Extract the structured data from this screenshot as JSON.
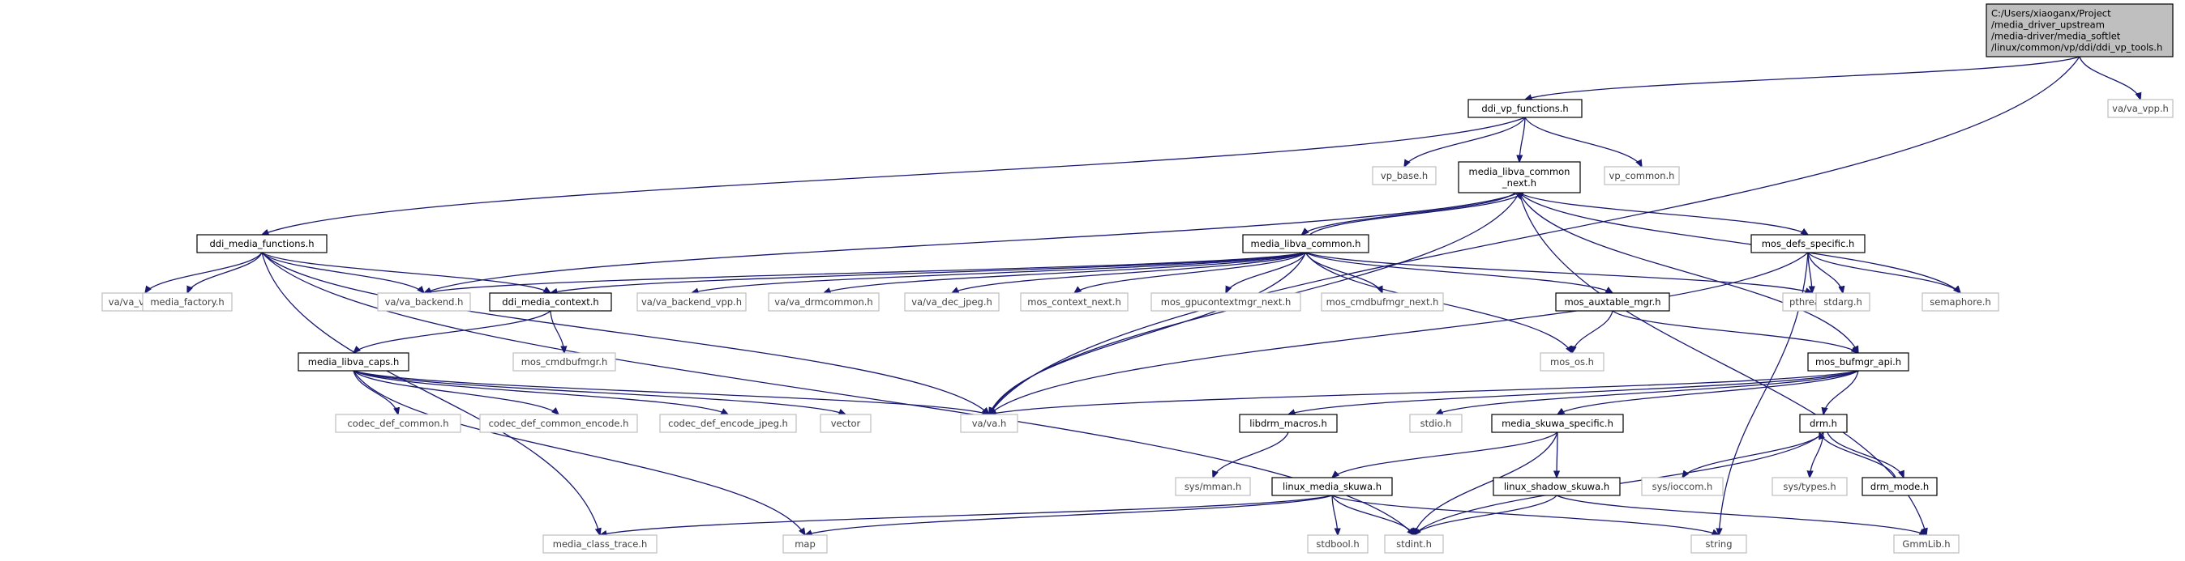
{
  "colors": {
    "edge": "#191970",
    "border_documented": "#000000",
    "border_external": "#bfbfbf",
    "fill_root": "#bfbfbf",
    "fill_default": "#ffffff"
  },
  "nodes": [
    {
      "id": "root",
      "lines": [
        "C:/Users/xiaoganx/Project",
        "/media_driver_upstream",
        "/media-driver/media_softlet",
        "/linux/common/vp/ddi/ddi_vp_tools.h"
      ],
      "style": "root"
    },
    {
      "id": "ddi_vp_functions",
      "lines": [
        "ddi_vp_functions.h"
      ],
      "style": "documented"
    },
    {
      "id": "va_vpp",
      "lines": [
        "va/va_vpp.h"
      ],
      "style": "external"
    },
    {
      "id": "vp_base",
      "lines": [
        "vp_base.h"
      ],
      "style": "external"
    },
    {
      "id": "media_libva_common_next",
      "lines": [
        "media_libva_common",
        "_next.h"
      ],
      "style": "documented"
    },
    {
      "id": "vp_common",
      "lines": [
        "vp_common.h"
      ],
      "style": "external"
    },
    {
      "id": "ddi_media_functions",
      "lines": [
        "ddi_media_functions.h"
      ],
      "style": "documented"
    },
    {
      "id": "media_libva_common",
      "lines": [
        "media_libva_common.h"
      ],
      "style": "documented"
    },
    {
      "id": "mos_defs_specific",
      "lines": [
        "mos_defs_specific.h"
      ],
      "style": "documented"
    },
    {
      "id": "va_version",
      "lines": [
        "va/va_version.h"
      ],
      "style": "external"
    },
    {
      "id": "media_factory",
      "lines": [
        "media_factory.h"
      ],
      "style": "external"
    },
    {
      "id": "va_backend",
      "lines": [
        "va/va_backend.h"
      ],
      "style": "external"
    },
    {
      "id": "ddi_media_context",
      "lines": [
        "ddi_media_context.h"
      ],
      "style": "documented"
    },
    {
      "id": "va_backend_vpp",
      "lines": [
        "va/va_backend_vpp.h"
      ],
      "style": "external"
    },
    {
      "id": "va_drmcommon",
      "lines": [
        "va/va_drmcommon.h"
      ],
      "style": "external"
    },
    {
      "id": "va_dec_jpeg",
      "lines": [
        "va/va_dec_jpeg.h"
      ],
      "style": "external"
    },
    {
      "id": "mos_context_next",
      "lines": [
        "mos_context_next.h"
      ],
      "style": "external"
    },
    {
      "id": "mos_gpucontextmgr_next",
      "lines": [
        "mos_gpucontextmgr_next.h"
      ],
      "style": "external"
    },
    {
      "id": "mos_cmdbufmgr_next",
      "lines": [
        "mos_cmdbufmgr_next.h"
      ],
      "style": "external"
    },
    {
      "id": "mos_auxtable_mgr",
      "lines": [
        "mos_auxtable_mgr.h"
      ],
      "style": "documented"
    },
    {
      "id": "pthread",
      "lines": [
        "pthread.h"
      ],
      "style": "external"
    },
    {
      "id": "stdarg",
      "lines": [
        "stdarg.h"
      ],
      "style": "external"
    },
    {
      "id": "semaphore",
      "lines": [
        "semaphore.h"
      ],
      "style": "external"
    },
    {
      "id": "mos_cmdbufmgr",
      "lines": [
        "mos_cmdbufmgr.h"
      ],
      "style": "external"
    },
    {
      "id": "media_libva_caps",
      "lines": [
        "media_libva_caps.h"
      ],
      "style": "documented"
    },
    {
      "id": "mos_os",
      "lines": [
        "mos_os.h"
      ],
      "style": "external"
    },
    {
      "id": "mos_bufmgr_api",
      "lines": [
        "mos_bufmgr_api.h"
      ],
      "style": "documented"
    },
    {
      "id": "codec_def_common",
      "lines": [
        "codec_def_common.h"
      ],
      "style": "external"
    },
    {
      "id": "codec_def_common_encode",
      "lines": [
        "codec_def_common_encode.h"
      ],
      "style": "external"
    },
    {
      "id": "codec_def_encode_jpeg",
      "lines": [
        "codec_def_encode_jpeg.h"
      ],
      "style": "external"
    },
    {
      "id": "vector",
      "lines": [
        "vector"
      ],
      "style": "external"
    },
    {
      "id": "va",
      "lines": [
        "va/va.h"
      ],
      "style": "external"
    },
    {
      "id": "libdrm_macros",
      "lines": [
        "libdrm_macros.h"
      ],
      "style": "documented"
    },
    {
      "id": "stdio",
      "lines": [
        "stdio.h"
      ],
      "style": "external"
    },
    {
      "id": "media_skuwa_specific",
      "lines": [
        "media_skuwa_specific.h"
      ],
      "style": "documented"
    },
    {
      "id": "drm",
      "lines": [
        "drm.h"
      ],
      "style": "documented"
    },
    {
      "id": "sys_mman",
      "lines": [
        "sys/mman.h"
      ],
      "style": "external"
    },
    {
      "id": "linux_media_skuwa",
      "lines": [
        "linux_media_skuwa.h"
      ],
      "style": "documented"
    },
    {
      "id": "linux_shadow_skuwa",
      "lines": [
        "linux_shadow_skuwa.h"
      ],
      "style": "documented"
    },
    {
      "id": "sys_ioccom",
      "lines": [
        "sys/ioccom.h"
      ],
      "style": "external"
    },
    {
      "id": "sys_types",
      "lines": [
        "sys/types.h"
      ],
      "style": "external"
    },
    {
      "id": "drm_mode",
      "lines": [
        "drm_mode.h"
      ],
      "style": "documented"
    },
    {
      "id": "media_class_trace",
      "lines": [
        "media_class_trace.h"
      ],
      "style": "external"
    },
    {
      "id": "map",
      "lines": [
        "map"
      ],
      "style": "external"
    },
    {
      "id": "stdbool",
      "lines": [
        "stdbool.h"
      ],
      "style": "external"
    },
    {
      "id": "stdint",
      "lines": [
        "stdint.h"
      ],
      "style": "external"
    },
    {
      "id": "string",
      "lines": [
        "string"
      ],
      "style": "external"
    },
    {
      "id": "GmmLib",
      "lines": [
        "GmmLib.h"
      ],
      "style": "external"
    }
  ],
  "edges": [
    [
      "root",
      "ddi_vp_functions"
    ],
    [
      "root",
      "va_vpp"
    ],
    [
      "root",
      "va"
    ],
    [
      "ddi_vp_functions",
      "ddi_media_functions"
    ],
    [
      "ddi_vp_functions",
      "vp_base"
    ],
    [
      "ddi_vp_functions",
      "media_libva_common_next"
    ],
    [
      "ddi_vp_functions",
      "vp_common"
    ],
    [
      "media_libva_common_next",
      "media_libva_common"
    ],
    [
      "media_libva_common_next",
      "mos_defs_specific"
    ],
    [
      "media_libva_common_next",
      "semaphore"
    ],
    [
      "media_libva_common_next",
      "mos_bufmgr_api"
    ],
    [
      "media_libva_common_next",
      "GmmLib"
    ],
    [
      "media_libva_common_next",
      "va_backend"
    ],
    [
      "media_libva_common_next",
      "va"
    ],
    [
      "media_libva_common",
      "media_libva_common_next"
    ],
    [
      "media_libva_common",
      "va_backend"
    ],
    [
      "media_libva_common",
      "ddi_media_context"
    ],
    [
      "media_libva_common",
      "va_backend_vpp"
    ],
    [
      "media_libva_common",
      "va_drmcommon"
    ],
    [
      "media_libva_common",
      "va_dec_jpeg"
    ],
    [
      "media_libva_common",
      "mos_context_next"
    ],
    [
      "media_libva_common",
      "mos_gpucontextmgr_next"
    ],
    [
      "media_libva_common",
      "mos_cmdbufmgr_next"
    ],
    [
      "media_libva_common",
      "mos_auxtable_mgr"
    ],
    [
      "media_libva_common",
      "pthread"
    ],
    [
      "media_libva_common",
      "mos_os"
    ],
    [
      "media_libva_common",
      "va"
    ],
    [
      "ddi_media_functions",
      "va_version"
    ],
    [
      "ddi_media_functions",
      "media_factory"
    ],
    [
      "ddi_media_functions",
      "va_backend"
    ],
    [
      "ddi_media_functions",
      "ddi_media_context"
    ],
    [
      "ddi_media_functions",
      "va"
    ],
    [
      "ddi_media_functions",
      "media_class_trace"
    ],
    [
      "ddi_media_functions",
      "stdint"
    ],
    [
      "ddi_media_context",
      "media_libva_caps"
    ],
    [
      "ddi_media_context",
      "mos_cmdbufmgr"
    ],
    [
      "media_libva_caps",
      "codec_def_common"
    ],
    [
      "media_libva_caps",
      "codec_def_common_encode"
    ],
    [
      "media_libva_caps",
      "codec_def_encode_jpeg"
    ],
    [
      "media_libva_caps",
      "vector"
    ],
    [
      "media_libva_caps",
      "va"
    ],
    [
      "media_libva_caps",
      "map"
    ],
    [
      "mos_defs_specific",
      "pthread"
    ],
    [
      "mos_defs_specific",
      "stdarg"
    ],
    [
      "mos_defs_specific",
      "semaphore"
    ],
    [
      "mos_defs_specific",
      "va"
    ],
    [
      "mos_defs_specific",
      "string"
    ],
    [
      "mos_auxtable_mgr",
      "mos_os"
    ],
    [
      "mos_auxtable_mgr",
      "mos_bufmgr_api"
    ],
    [
      "mos_bufmgr_api",
      "va"
    ],
    [
      "mos_bufmgr_api",
      "libdrm_macros"
    ],
    [
      "mos_bufmgr_api",
      "stdio"
    ],
    [
      "mos_bufmgr_api",
      "media_skuwa_specific"
    ],
    [
      "mos_bufmgr_api",
      "drm"
    ],
    [
      "libdrm_macros",
      "sys_mman"
    ],
    [
      "media_skuwa_specific",
      "linux_media_skuwa"
    ],
    [
      "media_skuwa_specific",
      "linux_shadow_skuwa"
    ],
    [
      "media_skuwa_specific",
      "stdint"
    ],
    [
      "linux_media_skuwa",
      "media_class_trace"
    ],
    [
      "linux_media_skuwa",
      "map"
    ],
    [
      "linux_media_skuwa",
      "stdbool"
    ],
    [
      "linux_media_skuwa",
      "stdint"
    ],
    [
      "linux_media_skuwa",
      "string"
    ],
    [
      "linux_shadow_skuwa",
      "stdint"
    ],
    [
      "linux_shadow_skuwa",
      "GmmLib"
    ],
    [
      "drm",
      "stdint"
    ],
    [
      "drm",
      "sys_ioccom"
    ],
    [
      "drm",
      "sys_types"
    ],
    [
      "drm",
      "drm_mode"
    ],
    [
      "drm_mode",
      "drm"
    ]
  ]
}
